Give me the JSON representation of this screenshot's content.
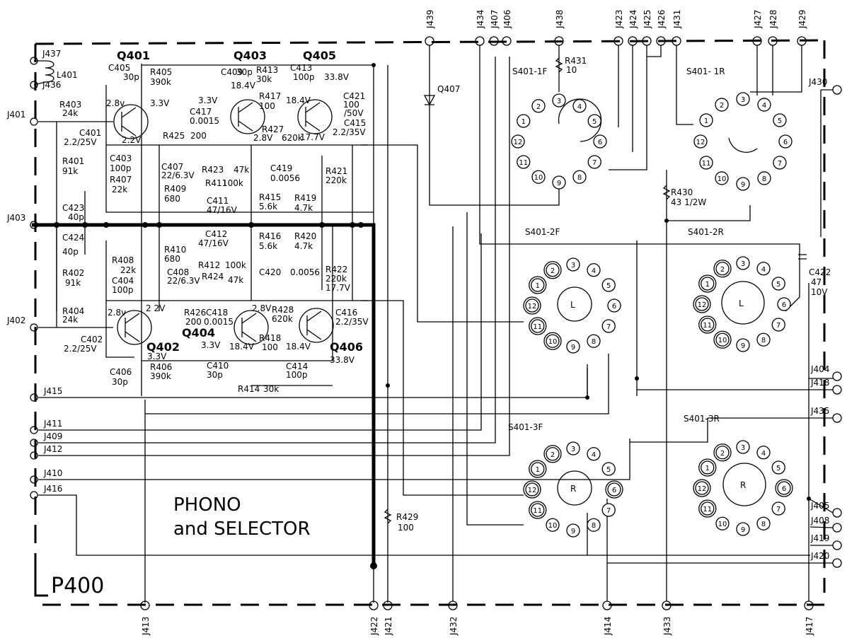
{
  "board": {
    "name": "P400",
    "title_line1": "PHONO",
    "title_line2": "and SELECTOR"
  },
  "transistors": [
    "Q401",
    "Q402",
    "Q403",
    "Q404",
    "Q405",
    "Q406",
    "Q407"
  ],
  "components": {
    "L401": [
      "L401"
    ],
    "C405": [
      "C405",
      "30p"
    ],
    "R405": [
      "R405",
      "390k"
    ],
    "R403": [
      "R403",
      "24k"
    ],
    "C401": [
      "C401",
      "2.2/25V"
    ],
    "R401": [
      "R401",
      "91k"
    ],
    "C403": [
      "C403",
      "100p"
    ],
    "R407": [
      "R407",
      "22k"
    ],
    "C423": [
      "C423",
      "40p"
    ],
    "C424": [
      "C424",
      "40p"
    ],
    "R402": [
      "R402",
      "91k"
    ],
    "R408": [
      "R408",
      "22k"
    ],
    "C404": [
      "C404",
      "100p"
    ],
    "R404": [
      "R404",
      "24k"
    ],
    "C402": [
      "C402",
      "2.2/25V"
    ],
    "C406": [
      "C406",
      "30p"
    ],
    "R406": [
      "R406",
      "390k"
    ],
    "C409": [
      "C409",
      "30p"
    ],
    "R413": [
      "R413",
      "30k"
    ],
    "R417": [
      "R417",
      "100"
    ],
    "C417": [
      "C417",
      "0.0015"
    ],
    "R425": [
      "R425",
      "200"
    ],
    "C407": [
      "C407",
      "22/6.3V"
    ],
    "R423": [
      "R423",
      "47k"
    ],
    "R409": [
      "R409",
      "680"
    ],
    "R411": [
      "R411",
      "100k"
    ],
    "C411": [
      "C411",
      "47/16V"
    ],
    "R415": [
      "R415",
      "5.6k"
    ],
    "C413": [
      "C413",
      "100p"
    ],
    "C421": [
      "C421",
      "100",
      "/50V"
    ],
    "C415": [
      "C415",
      "2.2/35V"
    ],
    "R427": [
      "R427",
      "620k"
    ],
    "C419": [
      "C419",
      "0.0056"
    ],
    "R421": [
      "R421",
      "220k"
    ],
    "R419": [
      "R419",
      "4.7k"
    ],
    "C412": [
      "C412",
      "47/16V"
    ],
    "R416": [
      "R416",
      "5.6k"
    ],
    "R420": [
      "R420",
      "4.7k"
    ],
    "R410": [
      "R410",
      "680"
    ],
    "R412": [
      "R412",
      "100k"
    ],
    "C408": [
      "C408",
      "22/6.3V"
    ],
    "R424": [
      "R424",
      "47k"
    ],
    "C420": [
      "C420",
      "0.0056"
    ],
    "R422": [
      "R422",
      "220k",
      "17.7V"
    ],
    "R426": [
      "R426",
      "200"
    ],
    "C418": [
      "C418",
      "0.0015"
    ],
    "R428": [
      "R428",
      "620k"
    ],
    "C416": [
      "C416",
      "2.2/35V"
    ],
    "R418": [
      "R418",
      "100"
    ],
    "C410": [
      "C410",
      "30p"
    ],
    "C414": [
      "C414",
      "100p"
    ],
    "R414": [
      "R414",
      "30k"
    ],
    "R429": [
      "R429",
      "100"
    ],
    "R431": [
      "R431",
      "10"
    ],
    "R430": [
      "R430",
      "43 1/2W"
    ],
    "C422": [
      "C422",
      "47",
      "10V"
    ]
  },
  "voltages": {
    "v_q401_b": "2.8v",
    "v_q401_c": "3.3V",
    "v_q401_e": "2.2V",
    "v_q403_b": "3.3V",
    "v_q403_c": "18.4V",
    "v_q403_e": "2.8V",
    "v_q405_b": "18.4V",
    "v_q405_c": "33.8V",
    "v_q405_e": "17.7V",
    "v_q402_b": "2.8v",
    "v_q402_e": "2 2V",
    "v_q402_c": "3.3V",
    "v_q404_b": "3.3V",
    "v_q404_c": "18.4V",
    "v_q404_e": "2.8V",
    "v_q406_b": "18.4V",
    "v_q406_c": "33.8V"
  },
  "terminals": {
    "J401": "J401",
    "J402": "J402",
    "J403": "J403",
    "J415": "J415",
    "J411": "J411",
    "J409": "J409",
    "J412": "J412",
    "J410": "J410",
    "J416": "J416",
    "J436": "J436",
    "J437": "J437",
    "J413": "J413",
    "J422": "J422",
    "J421": "J421",
    "J432": "J432",
    "J414": "J414",
    "J433": "J433",
    "J417": "J417",
    "J439": "J439",
    "J434": "J434",
    "J407": "J407",
    "J406": "J406",
    "J438": "J438",
    "J423": "J423",
    "J424": "J424",
    "J425": "J425",
    "J426": "J426",
    "J431": "J431",
    "J427": "J427",
    "J428": "J428",
    "J429": "J429",
    "J430": "J430",
    "J404": "J404",
    "J418": "J418",
    "J435": "J435",
    "J405": "J405",
    "J408": "J408",
    "J419": "J419",
    "J420": "J420"
  },
  "switch_decks": {
    "s1f": {
      "label": "S401-1F",
      "center": ""
    },
    "s1r": {
      "label": "S401- 1R",
      "center": ""
    },
    "s2f": {
      "label": "S401-2F",
      "center": "L"
    },
    "s2r": {
      "label": "S401-2R",
      "center": "L"
    },
    "s3f": {
      "label": "S401-3F",
      "center": "R"
    },
    "s3r": {
      "label": "S401-3R",
      "center": "R"
    }
  },
  "positions": [
    "1",
    "2",
    "3",
    "4",
    "5",
    "6",
    "7",
    "8",
    "9",
    "10",
    "11",
    "12"
  ]
}
